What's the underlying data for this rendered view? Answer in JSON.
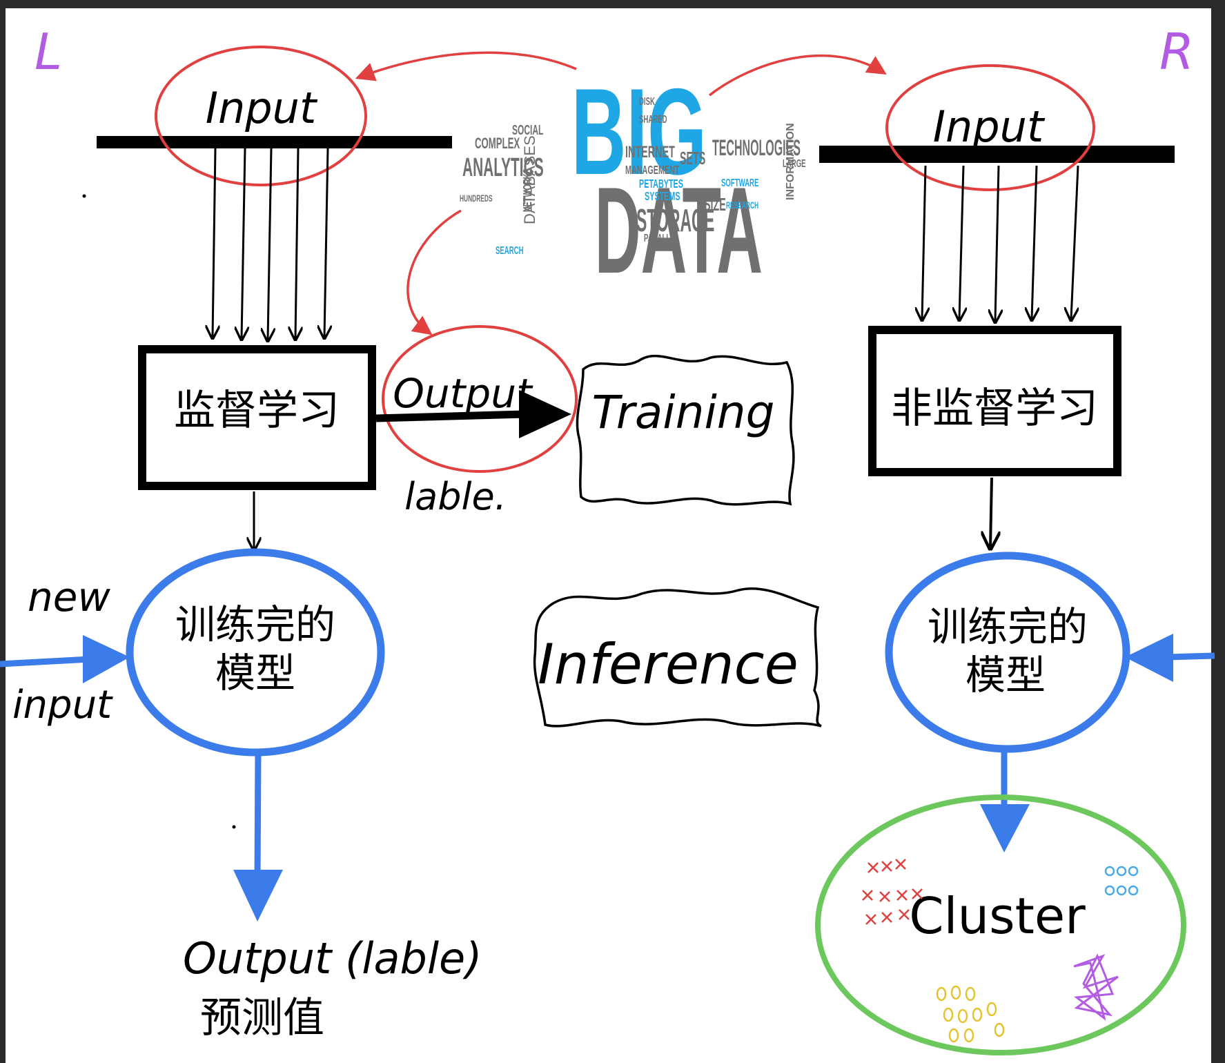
{
  "corner_labels": {
    "left": "L",
    "right": "R"
  },
  "left": {
    "input_label": "Input",
    "box_label": "监督学习",
    "output_label": "Output",
    "output_note": "lable.",
    "model_label_line1": "训练完的",
    "model_label_line2": "模型",
    "new_label": "new",
    "new_input_label": "input",
    "prediction_label": "Output (lable)",
    "prediction_cn": "预测值"
  },
  "center": {
    "training_label": "Training",
    "inference_label": "Inference",
    "cloud": {
      "big": "BIG",
      "data": "DATA",
      "words": [
        "ANALYTICS",
        "COMPLEX",
        "SOCIAL",
        "INTERNET",
        "STORAGE",
        "TECHNOLOGIES",
        "MANAGEMENT",
        "PETABYTES",
        "SYSTEMS",
        "SOFTWARE",
        "NETWORKS",
        "DATABASES",
        "SIZE",
        "SETS",
        "SHARED",
        "DISK",
        "PARALLEL",
        "SEARCH",
        "INFORMATION",
        "RESEARCH",
        "HUNDREDS",
        "LARGE"
      ]
    }
  },
  "right": {
    "input_label": "Input",
    "box_label": "非监督学习",
    "model_label_line1": "训练完的",
    "model_label_line2": "模型",
    "cluster_label": "Cluster"
  },
  "colors": {
    "red": "#e0403f",
    "blue": "#3b7bea",
    "green": "#6cc75c",
    "purple": "#b25be3",
    "cloud_blue": "#1ea7e4",
    "cloud_grey": "#707070"
  }
}
